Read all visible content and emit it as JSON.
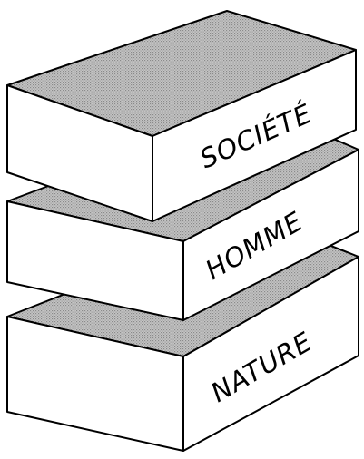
{
  "diagram": {
    "layers": [
      {
        "label": "SOCIÉTÉ"
      },
      {
        "label": "HOMME"
      },
      {
        "label": "NATURE"
      }
    ],
    "colors": {
      "top_fill": "#b9b9b9",
      "face_fill": "#ffffff",
      "stroke": "#000000"
    }
  }
}
